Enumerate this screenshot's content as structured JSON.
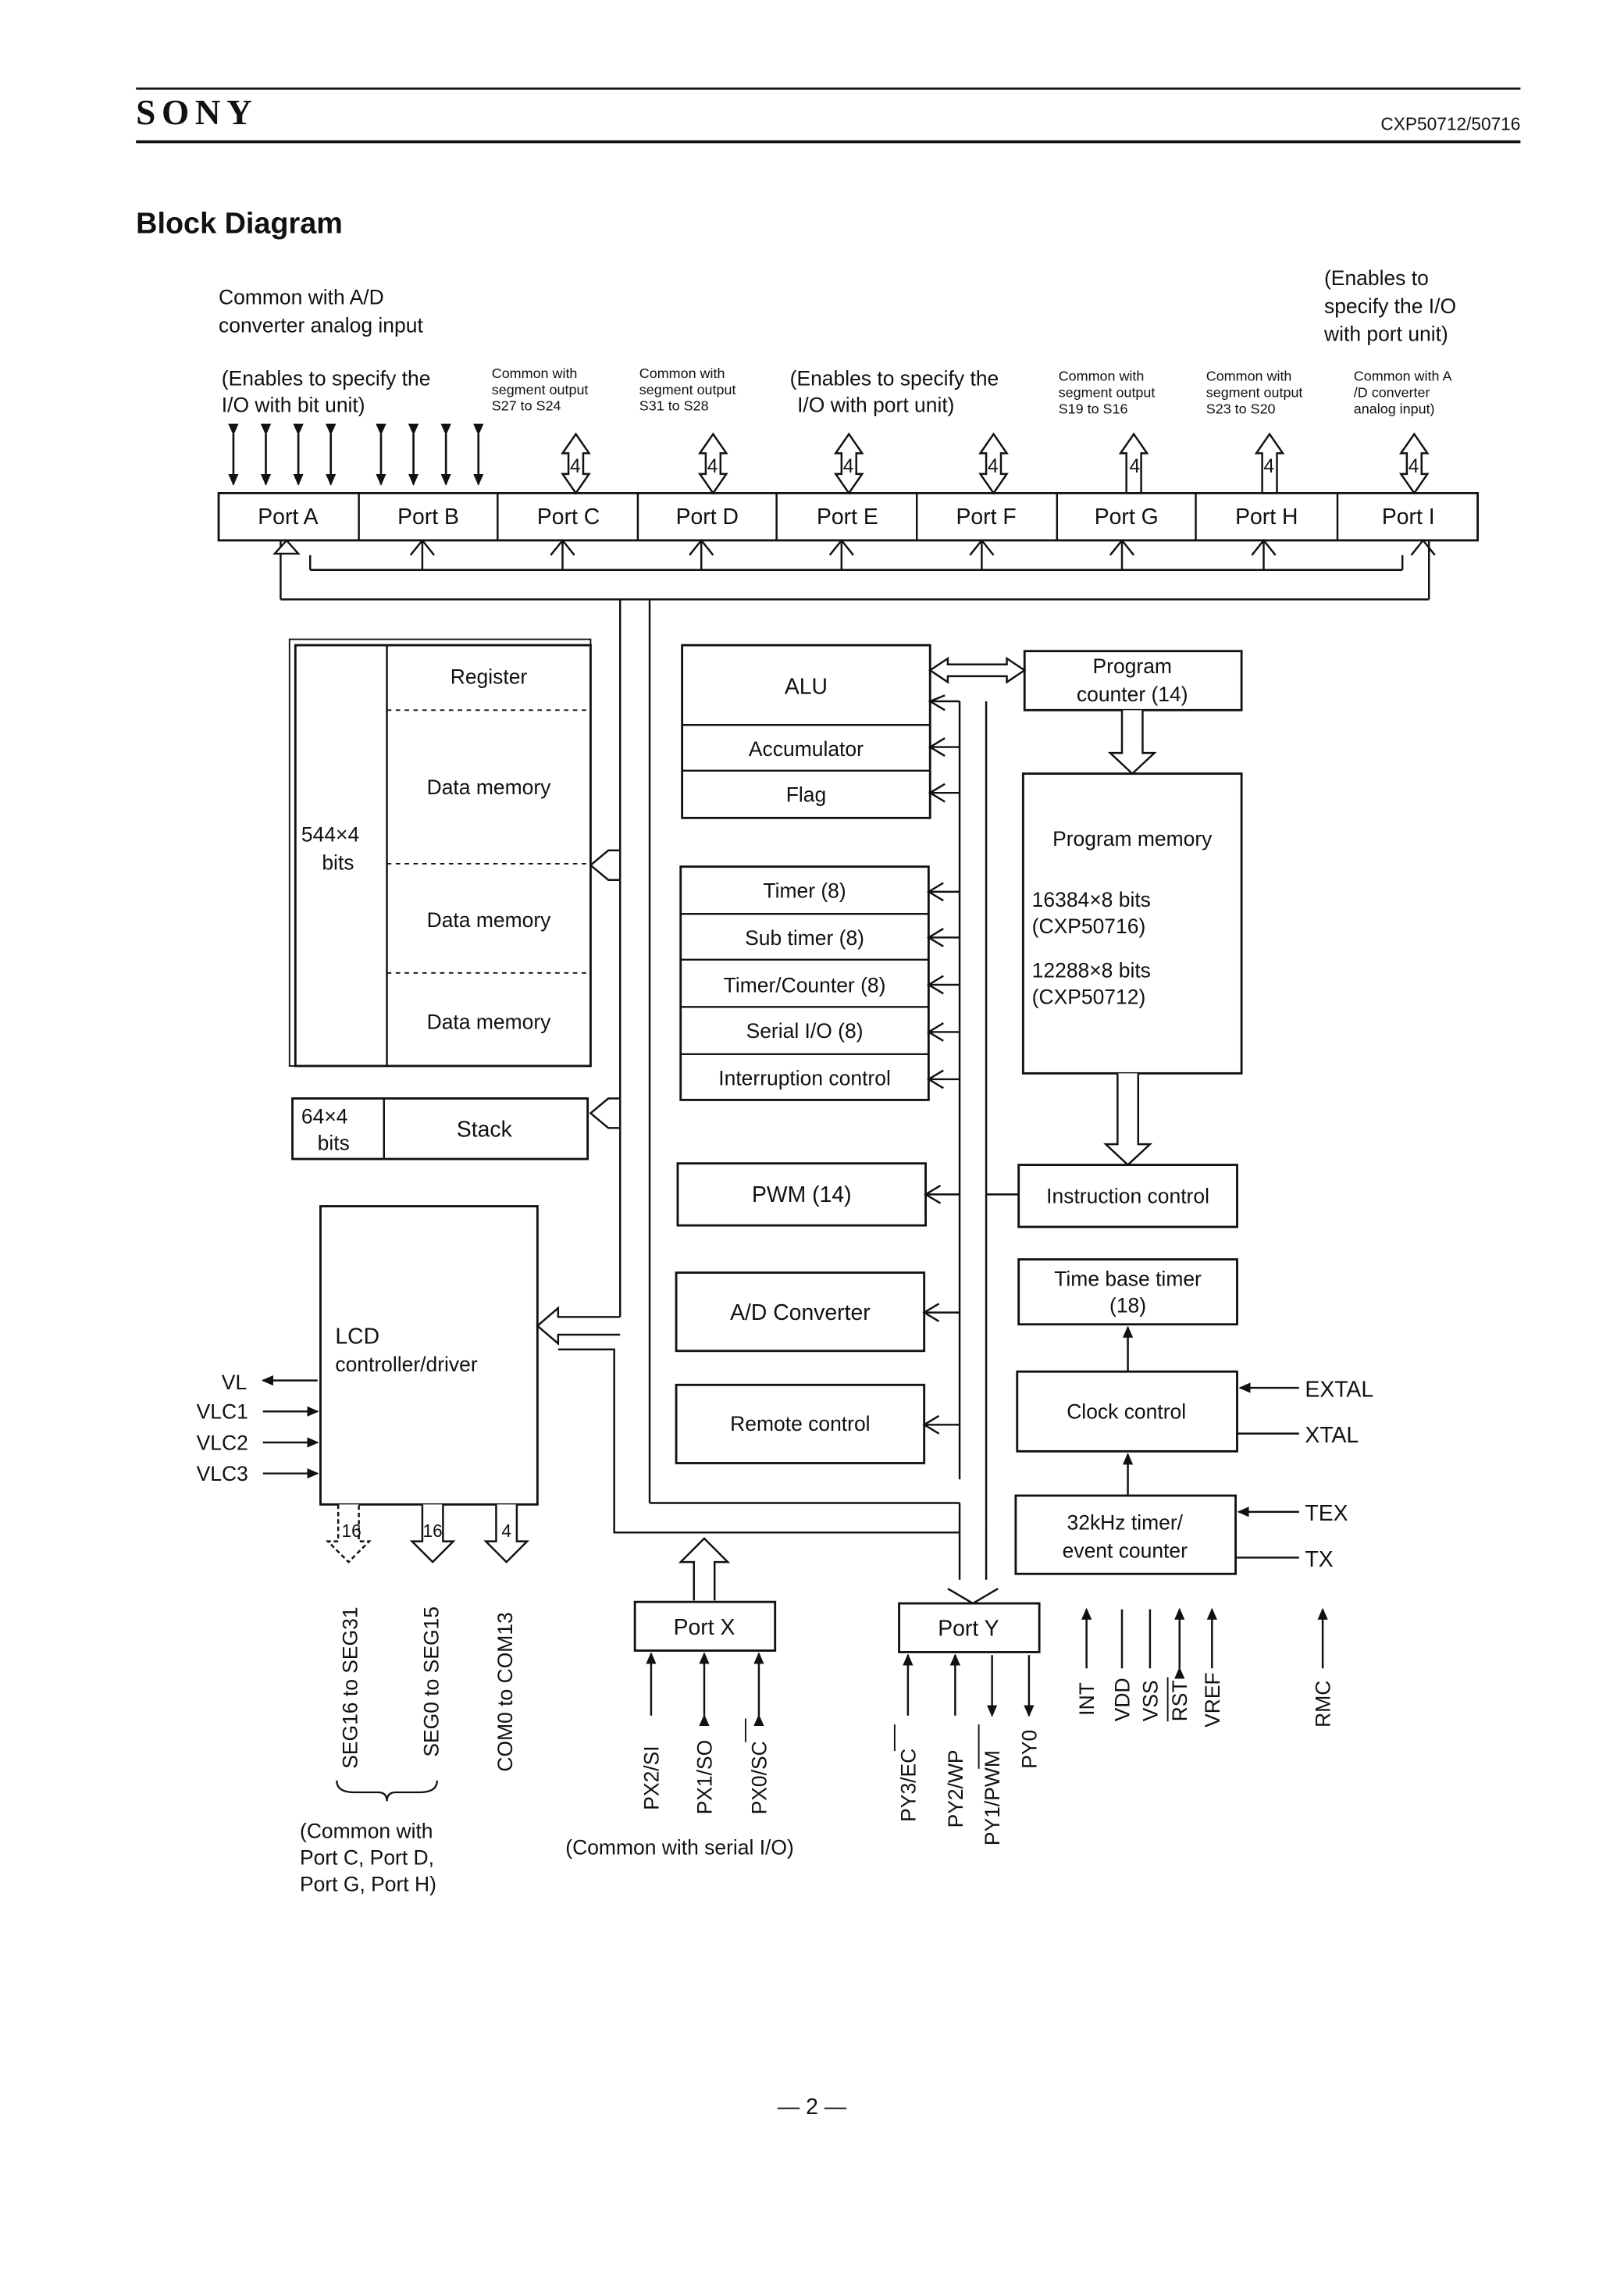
{
  "header": {
    "brand": "SONY",
    "part_number": "CXP50712/50716"
  },
  "section_title": "Block Diagram",
  "top_notes": {
    "ad_common": [
      "Common with A/D",
      "converter analog input"
    ],
    "enables_port_right": [
      "(Enables to",
      "specify the I/O",
      "with port unit)"
    ],
    "enables_bit": [
      "(Enables to specify the",
      "I/O with bit unit)"
    ],
    "seg_s27_s24": [
      "Common with",
      "segment output",
      "S27 to S24"
    ],
    "seg_s31_s28": [
      "Common with",
      "segment output",
      "S31 to S28"
    ],
    "enables_port_mid": [
      "(Enables to specify the",
      "I/O with port unit)"
    ],
    "seg_s19_s16": [
      "Common with",
      "segment output",
      "S19 to S16"
    ],
    "seg_s23_s20": [
      "Common with",
      "segment output",
      "S23 to S20"
    ],
    "ad_common_i": [
      "Common with A",
      "/D converter",
      "analog input)"
    ]
  },
  "ports_top": [
    "Port A",
    "Port B",
    "Port C",
    "Port D",
    "Port E",
    "Port F",
    "Port G",
    "Port H",
    "Port I"
  ],
  "bus_width_4": "4",
  "memory": {
    "size": [
      "544×4",
      "bits"
    ],
    "register": "Register",
    "data_memory": "Data memory",
    "stack_size": [
      "64×4",
      "bits"
    ],
    "stack": "Stack"
  },
  "cpu": {
    "alu": "ALU",
    "accumulator": "Accumulator",
    "flag": "Flag"
  },
  "peripherals": {
    "timer": "Timer (8)",
    "sub_timer": "Sub timer (8)",
    "timer_counter": "Timer/Counter (8)",
    "serial_io": "Serial I/O (8)",
    "interruption": "Interruption control",
    "pwm": "PWM (14)",
    "ad_converter": "A/D Converter",
    "remote_control": "Remote control"
  },
  "program": {
    "counter": [
      "Program",
      "counter (14)"
    ],
    "memory_title": "Program memory",
    "memory_16k": [
      "16384×8 bits",
      "(CXP50716)"
    ],
    "memory_12k": [
      "12288×8 bits",
      "(CXP50712)"
    ],
    "instruction_control": "Instruction control",
    "time_base": [
      "Time base timer",
      "(18)"
    ],
    "clock_control": "Clock control",
    "timer_32k": [
      "32kHz timer/",
      "event counter"
    ]
  },
  "lcd": {
    "title": [
      "LCD",
      "controller/driver"
    ],
    "inputs": [
      "VL",
      "VLC1",
      "VLC2",
      "VLC3"
    ],
    "widths": [
      "16",
      "16",
      "4"
    ],
    "seg_outputs": [
      "SEG16 to SEG31",
      "SEG0 to SEG15",
      "COM0 to COM13"
    ],
    "seg_note": [
      "(Common with",
      "Port C, Port D,",
      "Port G, Port H)"
    ]
  },
  "clock_pins": [
    "EXTAL",
    "XTAL",
    "TEX",
    "TX"
  ],
  "port_x": {
    "label": "Port X",
    "pins": [
      "PX2/SI",
      "PX1/SO",
      "PX0/SC"
    ],
    "note": "(Common with serial I/O)"
  },
  "port_y": {
    "label": "Port Y",
    "pins": [
      "PY3/EC",
      "PY2/WP",
      "PY1/PWM",
      "PY0"
    ]
  },
  "control_pins": [
    "INT",
    "VDD",
    "VSS",
    "RST",
    "VREF"
  ],
  "rmc_pin": "RMC",
  "page_number": "— 2 —"
}
